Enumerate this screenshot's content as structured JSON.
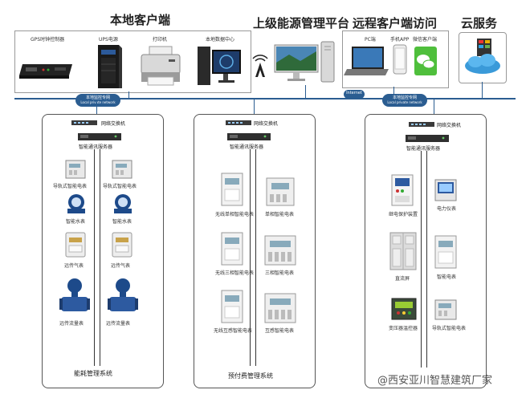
{
  "headers": {
    "local_client": "本地客户端",
    "platform": "上级能源管理平台",
    "remote_client": "远程客户端访问",
    "cloud": "云服务"
  },
  "top_devices": {
    "gps": "GPS时钟控制器",
    "ups": "UPS电源",
    "printer": "打印机",
    "local_server": "本地数据中心",
    "pc": "PC端",
    "phone_app": "手机APP",
    "wechat": "微信客户端"
  },
  "bus": {
    "net_left": "本地监控专网",
    "net_left_sub": "Local private network",
    "internet": "Internet",
    "net_right": "本地监控专网",
    "net_right_sub": "Local private network"
  },
  "panels": [
    {
      "switch": "网络交换机",
      "server": "智能通讯服务器",
      "devices": [
        "导轨式智能电表",
        "导轨式智能电表",
        "智能水表",
        "智能水表",
        "远传气表",
        "远传气表",
        "远传流量表",
        "远传流量表"
      ],
      "system": "能耗管理系统"
    },
    {
      "switch": "网络交换机",
      "server": "智能通讯服务器",
      "devices": [
        "无线单相智能电表",
        "单相智能电表",
        "无线三相智能电表",
        "三相智能电表",
        "无线互感智能电表",
        "互感智能电表"
      ],
      "system": "预付费管理系统"
    },
    {
      "switch": "网络交换机",
      "server": "智能通讯服务器",
      "devices": [
        "继电保护装置",
        "电力仪表",
        "直流屏",
        "智能电表",
        "变压器温控器",
        "导轨式智能电表"
      ],
      "system": ""
    }
  ],
  "watermark": "@西安亚川智慧建筑厂家",
  "colors": {
    "bus": "#2b5d91",
    "line": "#333333",
    "device_blue": "#2d5aa0"
  }
}
